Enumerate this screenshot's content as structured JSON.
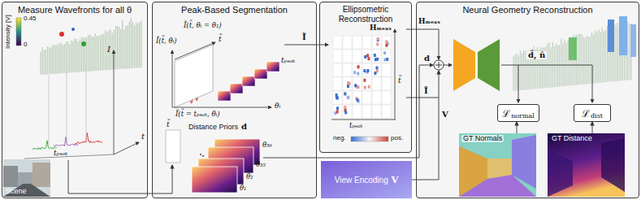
{
  "diagram": {
    "nodes": [
      {
        "text": [
          "Measure Wavefronts for all θ"
        ]
      },
      {
        "text": [
          "Peak-Based Segmentation"
        ]
      },
      {
        "text": [
          "Ellipsometric Reconstruction"
        ]
      },
      {
        "text": [
          "Neural Geometry Reconstruction"
        ]
      },
      {
        "text": [
          "Scene"
        ],
        "in": 0
      },
      {
        "text": [
          "View Encoding",
          "V"
        ]
      },
      {
        "text": [
          "ℒ",
          "normal"
        ],
        "in": 3
      },
      {
        "text": [
          "ℒ",
          "dist"
        ],
        "in": 3
      },
      {
        "text": [
          "GT Normals"
        ],
        "in": 3
      },
      {
        "text": [
          "GT Distance"
        ],
        "in": 3
      }
    ],
    "edges": [
      {
        "from": 8,
        "to": 6,
        "arrow": "to"
      },
      {
        "from": 9,
        "to": 7,
        "arrow": "to"
      }
    ],
    "labels": [
      "Intensity [V]",
      "0.45",
      "0",
      "I",
      "t",
      "tₚₑₐₖ",
      "Ĩ(t̃, θᵢ)",
      "Ĩ(t̃, θᵢ = θ₁)",
      "Ĩ(t̃ = tₚₑₐₖ, θᵢ)",
      "t̃",
      "θᵢ",
      "tₚₑₐₖ",
      "t̃",
      "Distance Priors",
      "d",
      "θ₁",
      "θ₂",
      "θ₃₅",
      "θ₃₆",
      "Ĩ",
      "Hₘₑₐₛ",
      "t̃",
      "tₚₑₐₖ",
      "neg.",
      "pos.",
      "Hₘₑₐₛ",
      "d",
      "Ĩ",
      "V",
      "d̂, n̂"
    ]
  }
}
